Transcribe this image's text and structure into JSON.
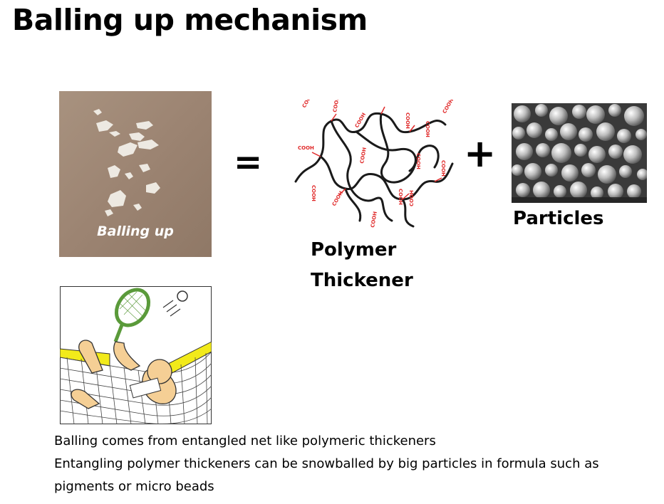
{
  "title": "Balling up mechanism",
  "skin_photo": {
    "caption": "Balling up"
  },
  "equation": {
    "equals": "=",
    "plus": "+"
  },
  "polymer": {
    "label_line1": "Polymer",
    "label_line2": "Thickener",
    "group_label": "COOH"
  },
  "particles": {
    "label": "Particles"
  },
  "body": {
    "line1": "Balling comes from entangled net like polymeric thickeners",
    "line2": "Entangling polymer thickeners can be snowballed by big particles in formula such as pigments or micro beads"
  }
}
